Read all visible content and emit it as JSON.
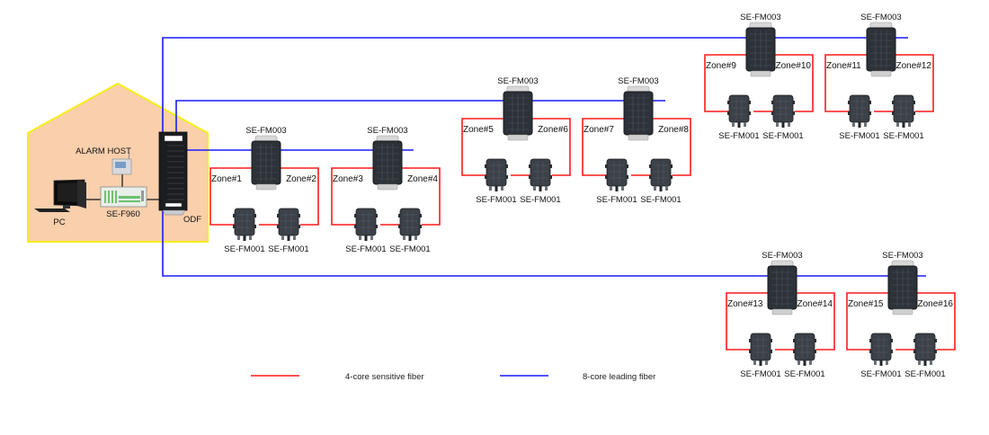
{
  "title": "Fiber vibration alarm system topology",
  "colors": {
    "sensitive_fiber": "#ff1a1a",
    "leading_fiber": "#1a1aff",
    "house_fill": "#f9cfac",
    "house_border": "#f5ee1a"
  },
  "control_room": {
    "pc_label": "PC",
    "alarm_host_label": "ALARM HOST",
    "controller_label": "SE-F960",
    "odf_label": "ODF"
  },
  "groups": [
    {
      "splice_label": "SE-FM003",
      "zones": [
        "Zone#1",
        "Zone#2"
      ],
      "sensors": [
        "SE-FM001",
        "SE-FM001"
      ]
    },
    {
      "splice_label": "SE-FM003",
      "zones": [
        "Zone#3",
        "Zone#4"
      ],
      "sensors": [
        "SE-FM001",
        "SE-FM001"
      ]
    },
    {
      "splice_label": "SE-FM003",
      "zones": [
        "Zone#5",
        "Zone#6"
      ],
      "sensors": [
        "SE-FM001",
        "SE-FM001"
      ]
    },
    {
      "splice_label": "SE-FM003",
      "zones": [
        "Zone#7",
        "Zone#8"
      ],
      "sensors": [
        "SE-FM001",
        "SE-FM001"
      ]
    },
    {
      "splice_label": "SE-FM003",
      "zones": [
        "Zone#9",
        "Zone#10"
      ],
      "sensors": [
        "SE-FM001",
        "SE-FM001"
      ]
    },
    {
      "splice_label": "SE-FM003",
      "zones": [
        "Zone#11",
        "Zone#12"
      ],
      "sensors": [
        "SE-FM001",
        "SE-FM001"
      ]
    },
    {
      "splice_label": "SE-FM003",
      "zones": [
        "Zone#13",
        "Zone#14"
      ],
      "sensors": [
        "SE-FM001",
        "SE-FM001"
      ]
    },
    {
      "splice_label": "SE-FM003",
      "zones": [
        "Zone#15",
        "Zone#16"
      ],
      "sensors": [
        "SE-FM001",
        "SE-FM001"
      ]
    }
  ],
  "legend": {
    "sensitive_label": "4-core sensitive fiber",
    "leading_label": "8-core leading fiber"
  }
}
